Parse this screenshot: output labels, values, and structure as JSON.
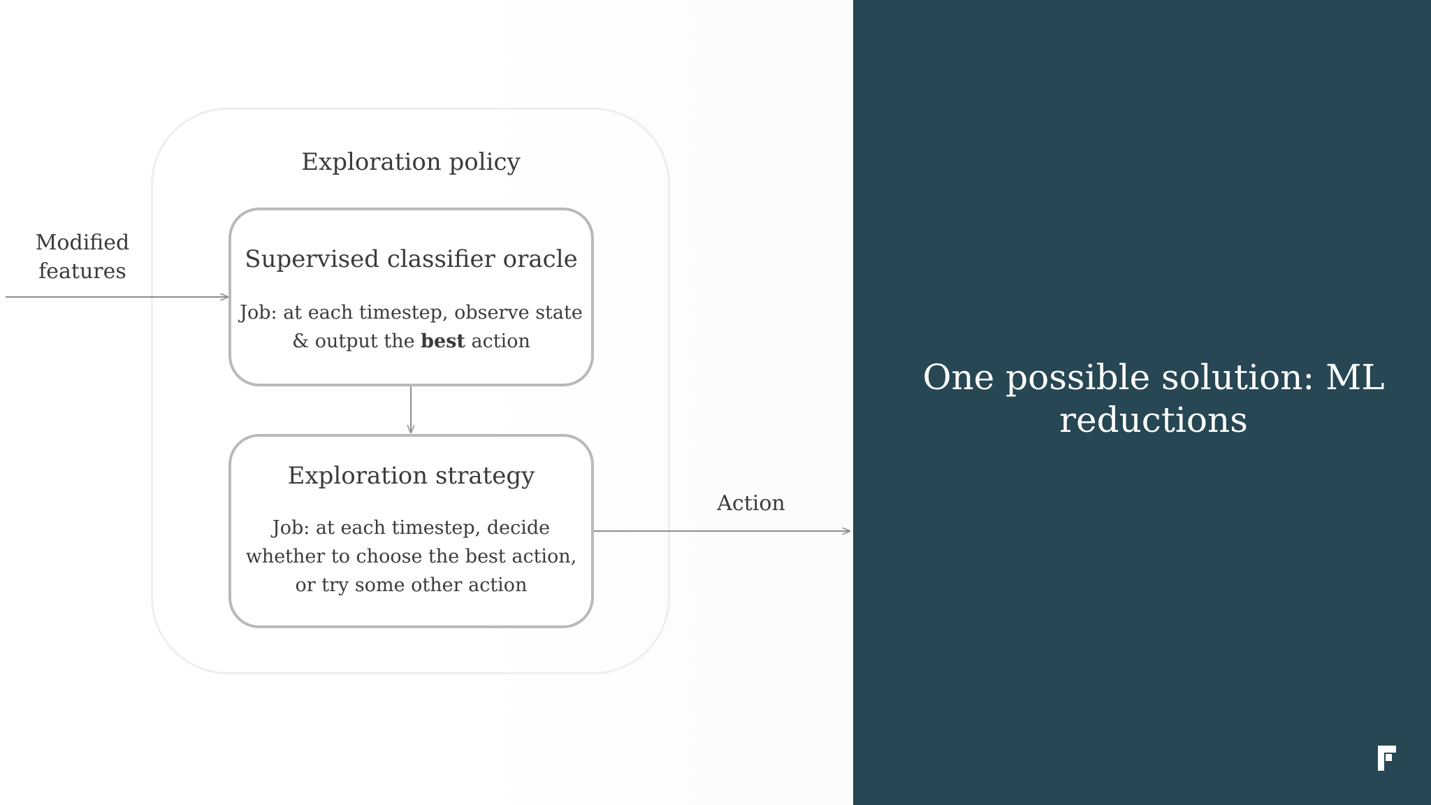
{
  "diagram": {
    "outer_title": "Exploration policy",
    "oracle": {
      "title": "Supervised classifier oracle",
      "body_line1": "Job: at each timestep, observe state",
      "body_line2_prefix": "& output the ",
      "body_line2_bold": "best",
      "body_line2_suffix": " action"
    },
    "strategy": {
      "title": "Exploration strategy",
      "body_line1": "Job: at each timestep, decide",
      "body_line2": "whether to choose the best action,",
      "body_line3": "or try some other action"
    },
    "input_label_line1": "Modified",
    "input_label_line2": "features",
    "output_label": "Action"
  },
  "slide": {
    "title_line1": "One possible solution: ML",
    "title_line2": "reductions"
  },
  "colors": {
    "panel_background": "#264753",
    "box_border": "#b9b9bb",
    "arrow": "#8d8d8f",
    "text": "#3b3b3b"
  },
  "icons": {
    "logo": "brand-logo-icon"
  }
}
